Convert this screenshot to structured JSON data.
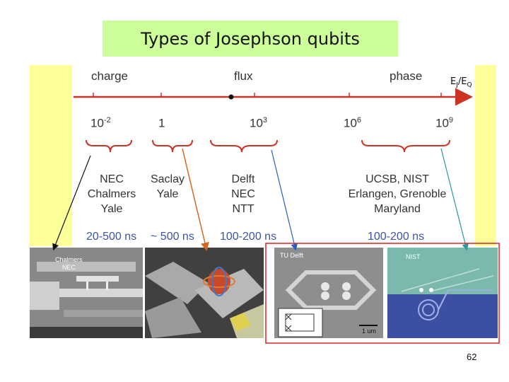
{
  "slide": {
    "title": "Types of Josephson qubits",
    "page_number": "62"
  },
  "axis": {
    "headers": {
      "charge": "charge",
      "flux": "flux",
      "phase": "phase"
    },
    "ratio_base": "E",
    "ratio_sub1": "J",
    "ratio_mid": "/E",
    "ratio_sub2": "Q",
    "ticks": [
      {
        "base": "10",
        "exp": "-2"
      },
      {
        "base": "1",
        "exp": ""
      },
      {
        "base": "10",
        "exp": "3"
      },
      {
        "base": "10",
        "exp": "6"
      },
      {
        "base": "10",
        "exp": "9"
      }
    ]
  },
  "groups": [
    {
      "labs": [
        "NEC",
        "Chalmers",
        "Yale"
      ],
      "time": "20-500 ns"
    },
    {
      "labs": [
        "Saclay",
        "Yale"
      ],
      "time": "~ 500 ns"
    },
    {
      "labs": [
        "Delft",
        "NEC",
        "NTT"
      ],
      "time": "100-200 ns"
    },
    {
      "labs": [
        "UCSB, NIST",
        "Erlangen, Grenoble",
        "Maryland"
      ],
      "time": "100-200 ns"
    }
  ],
  "photos": {
    "chalmers_label_1": "Chalmers",
    "chalmers_label_2": "NEC",
    "delft_label": "TU Delft",
    "nist_label": "NIST",
    "scale_label": "1 um"
  },
  "colors": {
    "axis_red": "#cc3322",
    "arrow_orange": "#d2691e",
    "arrow_blue": "#2060c0",
    "arrow_teal": "#2a9a9a",
    "highlight_box": "#dd2222"
  }
}
